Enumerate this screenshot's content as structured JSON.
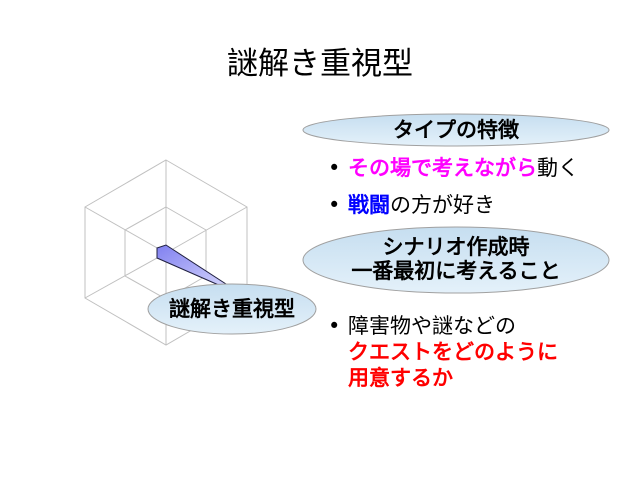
{
  "slide": {
    "title": "謎解き重視型",
    "chart_label": "謎解き重視型",
    "features_header": "タイプの特徴",
    "features": [
      {
        "highlight": "その場で考えながら",
        "rest": "動く",
        "highlight_color": "#ff00ff"
      },
      {
        "highlight": "戦闘",
        "rest": "の方が好き",
        "highlight_color": "#0000ff"
      }
    ],
    "scenario_header_line1": "シナリオ作成時",
    "scenario_header_line2": "一番最初に考えること",
    "scenario_point": {
      "plain": "障害物や謎などの",
      "red_line1": "クエストをどのように",
      "red_line2": "用意するか",
      "red_color": "#ff0000"
    },
    "ellipse_fill": "#d0e6f4"
  }
}
